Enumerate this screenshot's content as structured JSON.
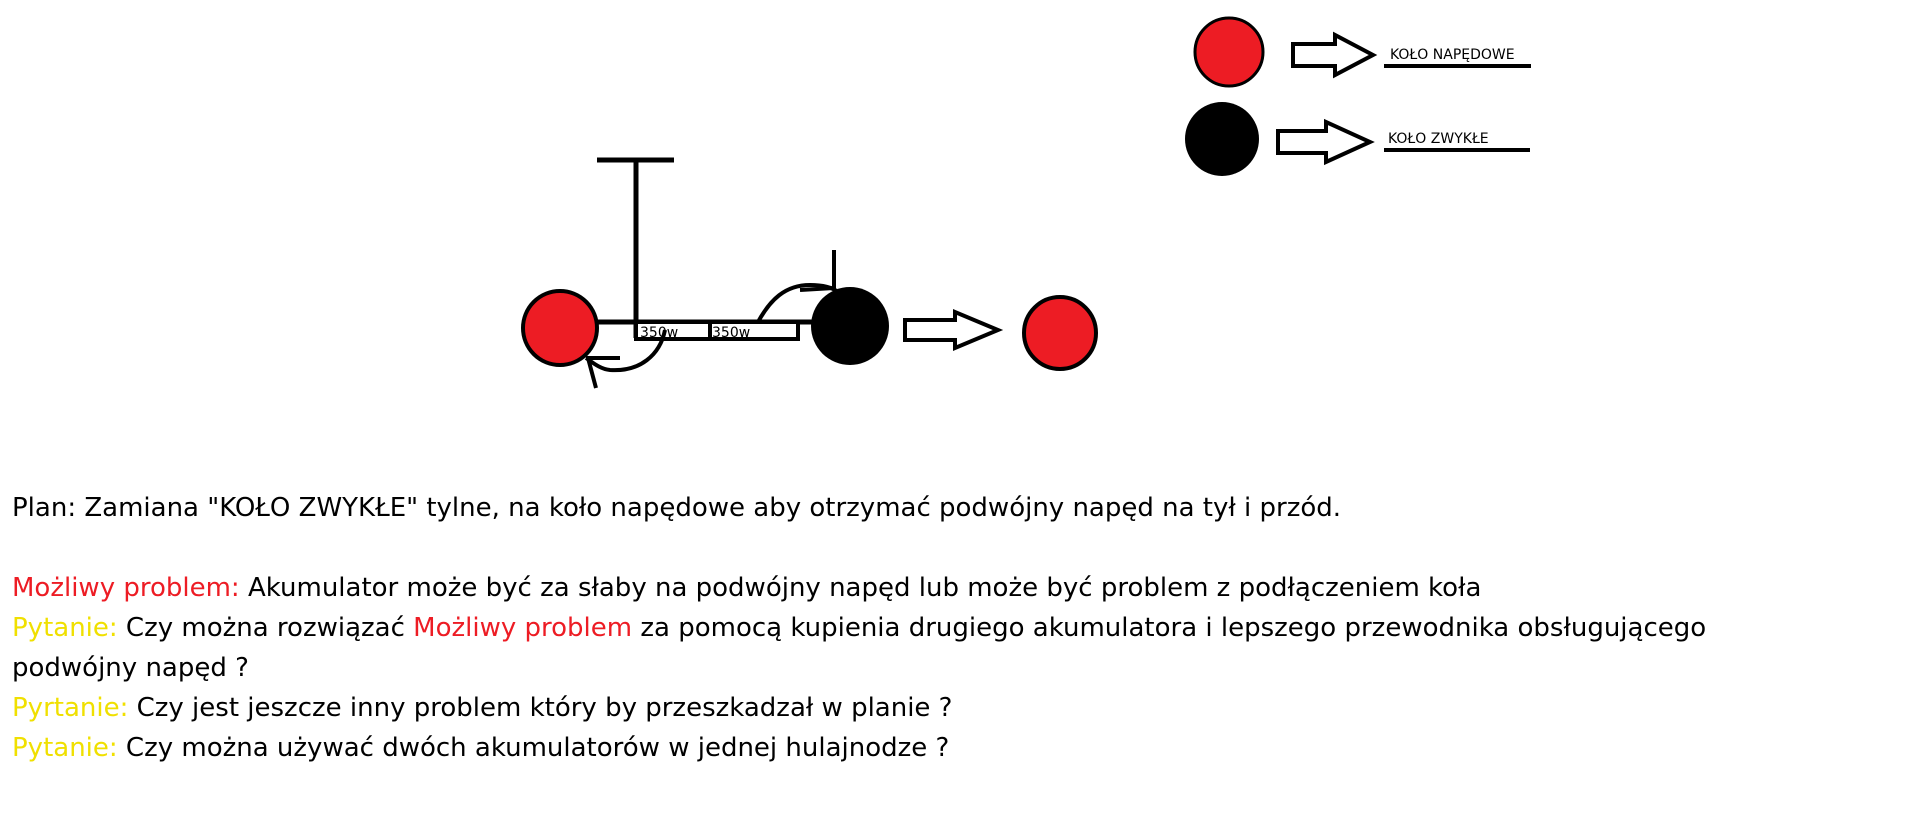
{
  "legend": {
    "drive_wheel_label": "KOŁO NAPĘDOWE",
    "normal_wheel_label": "KOŁO ZWYKŁE"
  },
  "diagram": {
    "battery_1_label": "350w",
    "battery_2_label": "350w"
  },
  "colors": {
    "drive_wheel": "#ed1c24",
    "normal_wheel": "#000000",
    "highlight_red": "#ed1c24",
    "highlight_yellow": "#f0e000"
  },
  "notes": {
    "plan": "Plan: Zamiana \"KOŁO ZWYKŁE\" tylne, na koło napędowe aby otrzymać podwójny napęd na tył i przód.",
    "problem_label": "Możliwy problem:",
    "problem_text": " Akumulator może być za słaby na podwójny napęd lub może być problem z podłączeniem koła",
    "q1_label": "Pytanie:",
    "q1_text_a": " Czy można rozwiązać ",
    "q1_highlight": "Możliwy problem",
    "q1_text_b": " za pomocą kupienia drugiego akumulatora i lepszego przewodnika obsługującego",
    "q1_text_c": "podwójny napęd ?",
    "q2_label": "Pyrtanie:",
    "q2_text": " Czy jest jeszcze inny problem który by przeszkadzał w planie ?",
    "q3_label": "Pytanie:",
    "q3_text": " Czy można używać dwóch akumulatorów w jednej hulajnodze ?"
  }
}
